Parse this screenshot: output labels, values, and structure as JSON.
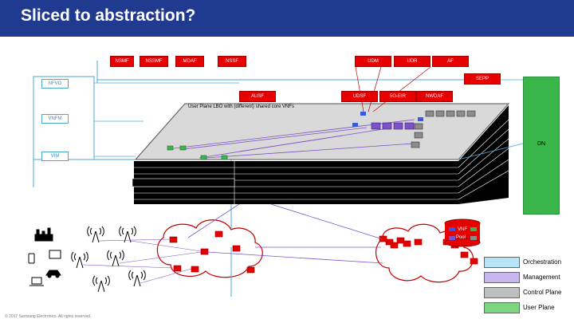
{
  "title": "Sliced to abstraction?",
  "nfs": {
    "nsmf": "NSMF",
    "nssmf": "NSSMF",
    "mdaf": "MDAF",
    "nssf": "NSSF",
    "udm": "UDM",
    "udr": "UDR",
    "af": "AF",
    "sepp": "SEPP",
    "ausf": "AUSF",
    "udsf": "UDSF",
    "5g_eir": "5G-EIR",
    "nwdaf": "NWDAF"
  },
  "planes": {
    "nfvo": "NFVO",
    "vnfm": "VNFM",
    "vim": "VIM"
  },
  "note": "User Plane LBO with (different) shared core VNFs",
  "dn": "DN",
  "pool": {
    "line1": "VNF",
    "line2": "Pool"
  },
  "legend": [
    {
      "label": "Orchestration",
      "color": "#b7e4f7"
    },
    {
      "label": "Management",
      "color": "#c9b6f0"
    },
    {
      "label": "Control Plane",
      "color": "#bfbfbf"
    },
    {
      "label": "User Plane",
      "color": "#7cd67f"
    }
  ],
  "footer": "© 2017 Samsung Electronics. All rights reserved."
}
